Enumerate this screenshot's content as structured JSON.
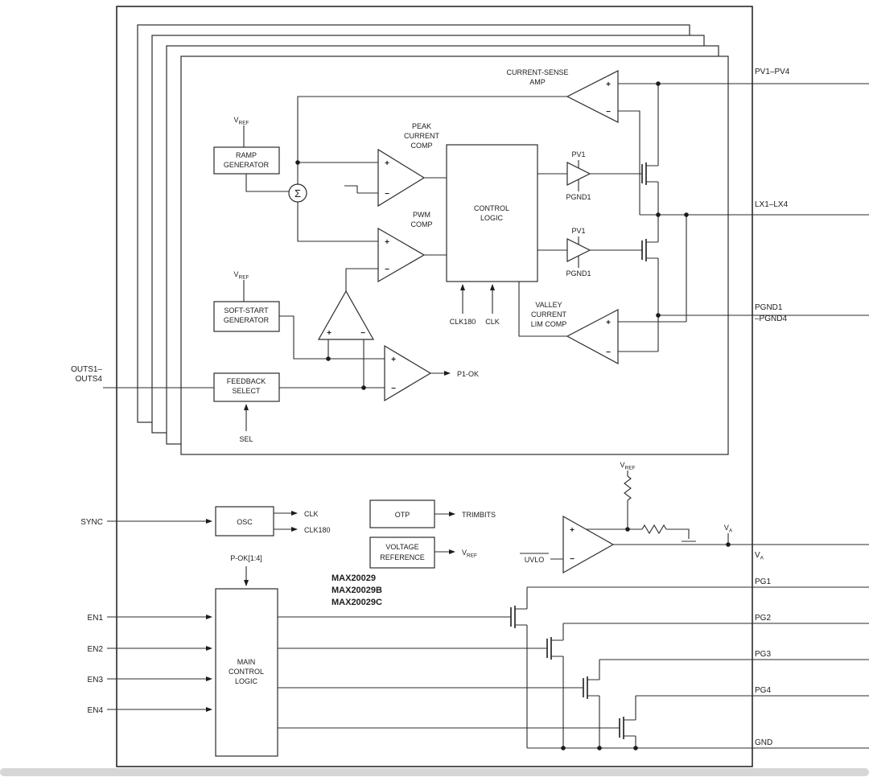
{
  "sym": {
    "plus": "+",
    "minus": "−",
    "sigma": "Σ"
  },
  "channel": {
    "cs_amp": {
      "l1": "CURRENT-SENSE",
      "l2": "AMP"
    },
    "ramp": {
      "l1": "RAMP",
      "l2": "GENERATOR"
    },
    "peak": {
      "l1": "PEAK",
      "l2": "CURRENT",
      "l3": "COMP"
    },
    "pwm": {
      "l1": "PWM",
      "l2": "COMP"
    },
    "ctrl": {
      "l1": "CONTROL",
      "l2": "LOGIC"
    },
    "valley": {
      "l1": "VALLEY",
      "l2": "CURRENT",
      "l3": "LIM COMP"
    },
    "soft_start": {
      "l1": "SOFT-START",
      "l2": "GENERATOR"
    },
    "feedback": {
      "l1": "FEEDBACK",
      "l2": "SELECT"
    },
    "driver": {
      "pv": "PV1",
      "pgnd": "PGND1"
    },
    "clk180": "CLK180",
    "clk": "CLK",
    "sel": "SEL",
    "p1ok": "P1-OK",
    "vref": {
      "v": "V",
      "sub": "REF"
    }
  },
  "bottom": {
    "osc": "OSC",
    "clk": "CLK",
    "clk180": "CLK180",
    "otp": "OTP",
    "trimbits": "TRIMBITS",
    "vref_box": {
      "l1": "VOLTAGE",
      "l2": "REFERENCE"
    },
    "vref": {
      "v": "V",
      "sub": "REF"
    },
    "parts": [
      "MAX20029",
      "MAX20029B",
      "MAX20029C"
    ],
    "pok": "P-OK[1:4]",
    "main": {
      "l1": "MAIN",
      "l2": "CONTROL",
      "l3": "LOGIC"
    },
    "uvlo": "UVLO",
    "va_tap": {
      "v": "V",
      "sub": "A"
    }
  },
  "pins": {
    "left": {
      "outs_l1": "OUTS1–",
      "outs_l2": "OUTS4",
      "sync": "SYNC",
      "en": [
        "EN1",
        "EN2",
        "EN3",
        "EN4"
      ]
    },
    "right": {
      "pv": "PV1–PV4",
      "lx": "LX1–LX4",
      "pgnd_l1": "PGND1",
      "pgnd_l2": "–PGND4",
      "va": {
        "v": "V",
        "sub": "A"
      },
      "pg": [
        "PG1",
        "PG2",
        "PG3",
        "PG4"
      ],
      "gnd": "GND"
    }
  }
}
